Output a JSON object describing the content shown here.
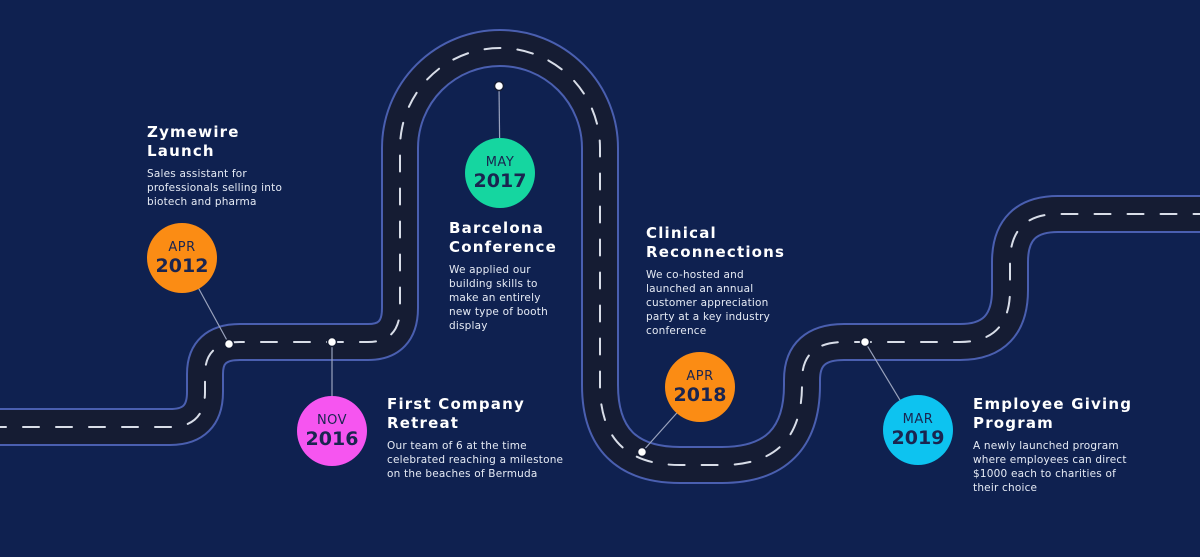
{
  "colors": {
    "background": "#0f2150",
    "road": "#151c33",
    "road_edge": "#4a5fb0",
    "lane_marking": "#d8dde8",
    "connector": "#9aa3bd",
    "node_fill": "#ffffff"
  },
  "milestones": [
    {
      "id": "zymewire-launch",
      "title_lines": [
        "Zymewire",
        "Launch"
      ],
      "description": "Sales assistant for professionals selling into biotech and pharma",
      "month": "APR",
      "year": "2012",
      "badge_color": "#fb8c14",
      "badge_text_color": "#1a2550"
    },
    {
      "id": "first-company-retreat",
      "title_lines": [
        "First Company",
        "Retreat"
      ],
      "description": "Our team of 6 at the time celebrated reaching a milestone on the beaches of Bermuda",
      "month": "NOV",
      "year": "2016",
      "badge_color": "#f655f0",
      "badge_text_color": "#1a2550"
    },
    {
      "id": "barcelona-conference",
      "title_lines": [
        "Barcelona",
        "Conference"
      ],
      "description": "We applied our building skills to make an entirely new type of booth display",
      "month": "MAY",
      "year": "2017",
      "badge_color": "#15d6a0",
      "badge_text_color": "#1a2550"
    },
    {
      "id": "clinical-reconnections",
      "title_lines": [
        "Clinical",
        "Reconnections"
      ],
      "description": "We co-hosted and launched an annual customer appreciation party at a key industry conference",
      "month": "APR",
      "year": "2018",
      "badge_color": "#fb8c14",
      "badge_text_color": "#1a2550"
    },
    {
      "id": "employee-giving-program",
      "title_lines": [
        "Employee Giving",
        "Program"
      ],
      "description": "A newly launched program where employees can direct $1000 each to charities of their choice",
      "month": "MAR",
      "year": "2019",
      "badge_color": "#0dc3f0",
      "badge_text_color": "#1a2550"
    }
  ]
}
